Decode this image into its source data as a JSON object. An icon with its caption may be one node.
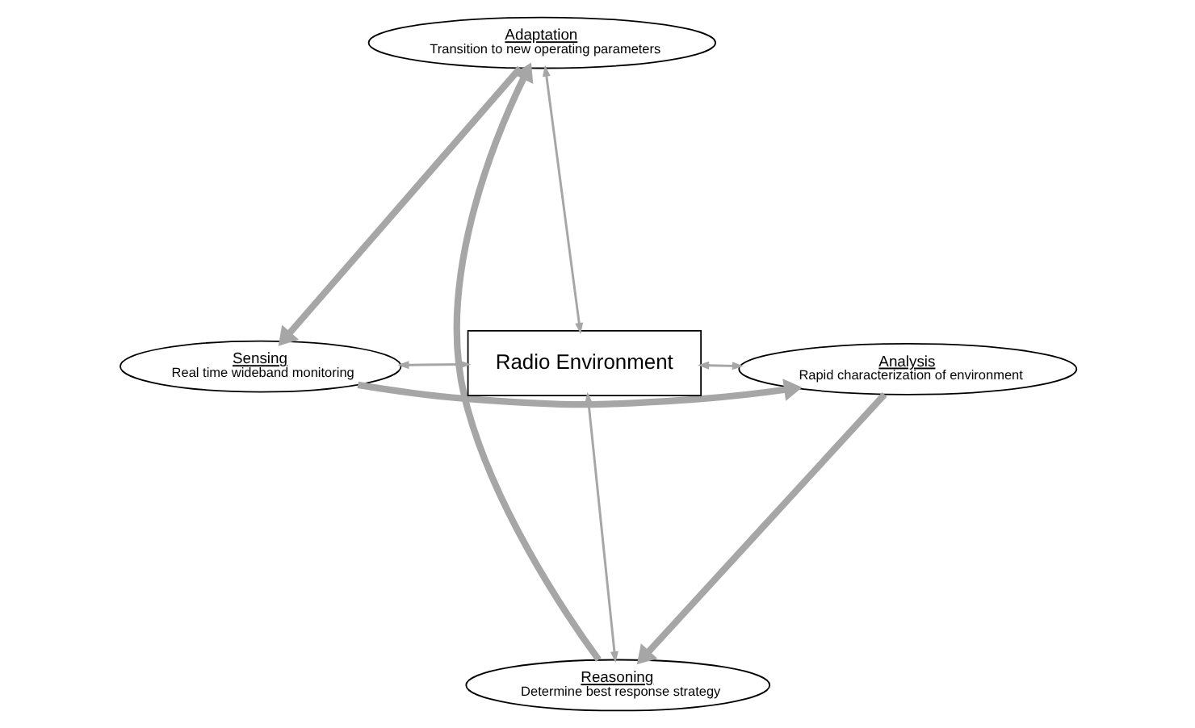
{
  "diagram": {
    "nodes": [
      {
        "text": [
          "Sensing",
          "Real time wideband monitoring"
        ]
      },
      {
        "text": [
          "Analysis",
          "Rapid characterization of environment"
        ]
      },
      {
        "text": [
          "Reasoning",
          "Determine best response strategy"
        ]
      },
      {
        "text": [
          "Adaptation",
          "Transition to new operating parameters"
        ]
      },
      {
        "text": [
          "Radio Environment"
        ]
      }
    ],
    "edges": [
      {
        "from": 4,
        "to": 0,
        "arrow": "both",
        "color": "#a6a6a6"
      },
      {
        "from": 4,
        "to": 1,
        "arrow": "both",
        "color": "#a6a6a6"
      },
      {
        "from": 4,
        "to": 2,
        "arrow": "both",
        "color": "#a6a6a6"
      },
      {
        "from": 4,
        "to": 3,
        "arrow": "both",
        "color": "#a6a6a6"
      },
      {
        "from": 3,
        "to": 0,
        "arrow": "to",
        "style": "thick",
        "color": "#a6a6a6"
      },
      {
        "from": 0,
        "to": 1,
        "arrow": "to",
        "style": "thick",
        "color": "#a6a6a6"
      },
      {
        "from": 1,
        "to": 2,
        "arrow": "to",
        "style": "thick",
        "color": "#a6a6a6"
      },
      {
        "from": 2,
        "to": 3,
        "arrow": "to",
        "style": "thick",
        "color": "#a6a6a6"
      }
    ]
  }
}
